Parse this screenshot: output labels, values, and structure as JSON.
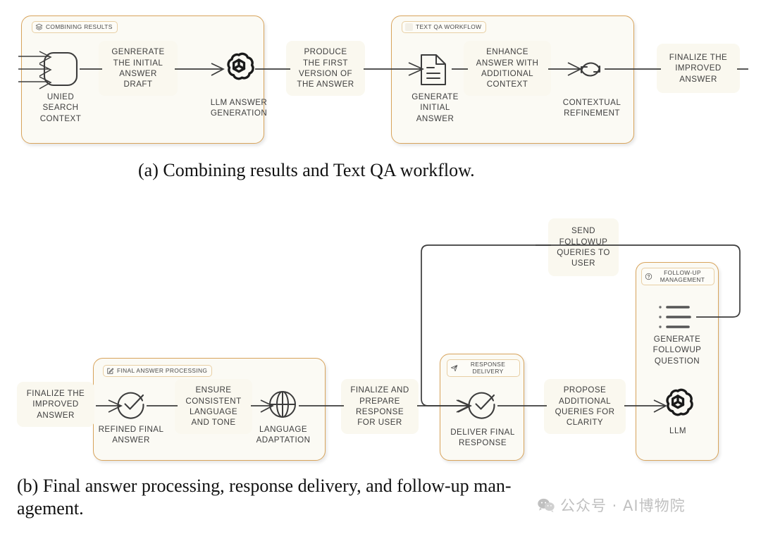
{
  "figure": {
    "panel_a": {
      "groups": [
        {
          "id": "combining-results",
          "label": "COMBINING RESULTS",
          "icon": "layers-icon"
        },
        {
          "id": "text-qa-workflow",
          "label": "TEXT QA WORKFLOW",
          "icon": "blank-icon"
        }
      ],
      "nodes": [
        {
          "id": "unied-search-context",
          "label": "UNIED\nSEARCH\nCONTEXT",
          "icon": "rounded-square-icon"
        },
        {
          "id": "llm-answer-generation",
          "label": "LLM ANSWER\nGENERATION",
          "icon": "openai-logo-icon"
        },
        {
          "id": "generate-initial-answer",
          "label": "GENERATE\nINITIAL\nANSWER",
          "icon": "document-icon"
        },
        {
          "id": "contextual-refinement",
          "label": "CONTEXTUAL\nREFINEMENT",
          "icon": "refresh-cycle-icon"
        }
      ],
      "edge_labels": [
        {
          "id": "genrerate-initial-answer-draft",
          "text": "GENRERATE\nTHE INITIAL\nANSWER\nDRAFT"
        },
        {
          "id": "produce-first-version",
          "text": "PRODUCE\nTHE FIRST\nVERSION OF\nTHE ANSWER"
        },
        {
          "id": "enhance-answer-context",
          "text": "ENHANCE\nANSWER WITH\nADDITIONAL\nCONTEXT"
        },
        {
          "id": "finalize-improved-answer",
          "text": "FINALIZE THE\nIMPROVED\nANSWER"
        }
      ],
      "caption": "(a) Combining results and Text QA workflow."
    },
    "panel_b": {
      "groups": [
        {
          "id": "final-answer-processing",
          "label": "FINAL ANSWER PROCESSING",
          "icon": "edit-square-icon"
        },
        {
          "id": "response-delivery",
          "label": "RESPONSE DELIVERY",
          "icon": "send-plane-icon"
        },
        {
          "id": "follow-up-management",
          "label": "FOLLOW-UP MANAGEMENT",
          "icon": "question-circle-icon"
        }
      ],
      "nodes": [
        {
          "id": "refined-final-answer",
          "label": "REFINED FINAL\nANSWER",
          "icon": "check-circle-icon"
        },
        {
          "id": "language-adaptation",
          "label": "LANGUAGE\nADAPTATION",
          "icon": "globe-icon"
        },
        {
          "id": "deliver-final-response",
          "label": "DELIVER FINAL\nRESPONSE",
          "icon": "check-circle-icon"
        },
        {
          "id": "generate-followup-question",
          "label": "GENERATE\nFOLLOWUP\nQUESTION",
          "icon": "bullet-list-icon"
        },
        {
          "id": "llm",
          "label": "LLM",
          "icon": "openai-logo-icon"
        }
      ],
      "edge_labels": [
        {
          "id": "finalize-improved-answer-in",
          "text": "FINALIZE THE\nIMPROVED\nANSWER"
        },
        {
          "id": "ensure-consistent-language",
          "text": "ENSURE\nCONSISTENT\nLANGUAGE\nAND TONE"
        },
        {
          "id": "finalize-prepare-response",
          "text": "FINALIZE AND\nPREPARE\nRESPONSE\nFOR USER"
        },
        {
          "id": "propose-additional-queries",
          "text": "PROPOSE\nADDITIONAL\nQUERIES FOR\nCLARITY"
        },
        {
          "id": "send-followup-queries",
          "text": "SEND\nFOLLOWUP\nQUERIES TO\nUSER"
        }
      ],
      "caption": "(b) Final answer processing, response delivery, and follow-up man-\nagement."
    },
    "watermark": {
      "text": "公众号 · AI博物院",
      "icon": "wechat-icon"
    },
    "colors": {
      "panel_border": "#d8a45c",
      "panel_fill": "#fbfaf4",
      "chip_fill": "#faf8ef",
      "wire": "#3c3c3c",
      "text": "#3f3f3f"
    }
  }
}
